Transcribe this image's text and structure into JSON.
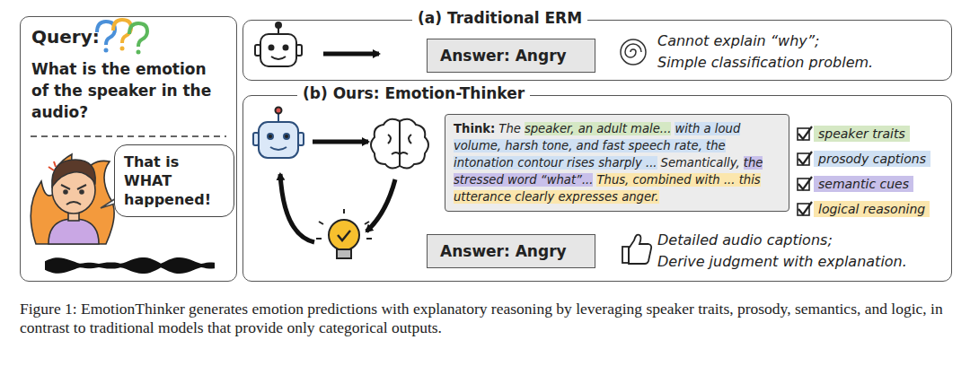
{
  "diagram": {
    "caption": "Figure 1: EmotionThinker generates emotion predictions with explanatory reasoning by leveraging speaker traits, prosody, semantics, and logic, in contrast to traditional models that provide only categorical outputs.",
    "nodes": [
      {
        "text": [
          "Query:",
          "What is the emotion of the speaker in the audio?"
        ]
      },
      {
        "text": [
          "That is WHAT happened!"
        ],
        "in": 0
      },
      {
        "text": [
          "(a) Traditional ERM"
        ]
      },
      {
        "text": [
          "Answer: Angry"
        ],
        "in": 2
      },
      {
        "text": [
          "(b) Ours: Emotion-Thinker"
        ]
      },
      {
        "text": [
          "Think:",
          "The",
          "speaker, an adult male...",
          "with a loud volume, harsh tone, and fast speech rate, the intonation contour rises sharply ...",
          "Semantically,",
          "the stressed word “what”...",
          "Thus, combined with ... this utterance clearly expresses anger."
        ],
        "in": 4
      },
      {
        "text": [
          "Answer: Angry"
        ],
        "in": 4
      }
    ],
    "labels": [
      "Cannot explain “why”;",
      "Simple classification problem.",
      "speaker traits",
      "prosody captions",
      "semantic cues",
      "logical reasoning",
      "Detailed audio captions;",
      "Derive judgment with explanation."
    ]
  }
}
